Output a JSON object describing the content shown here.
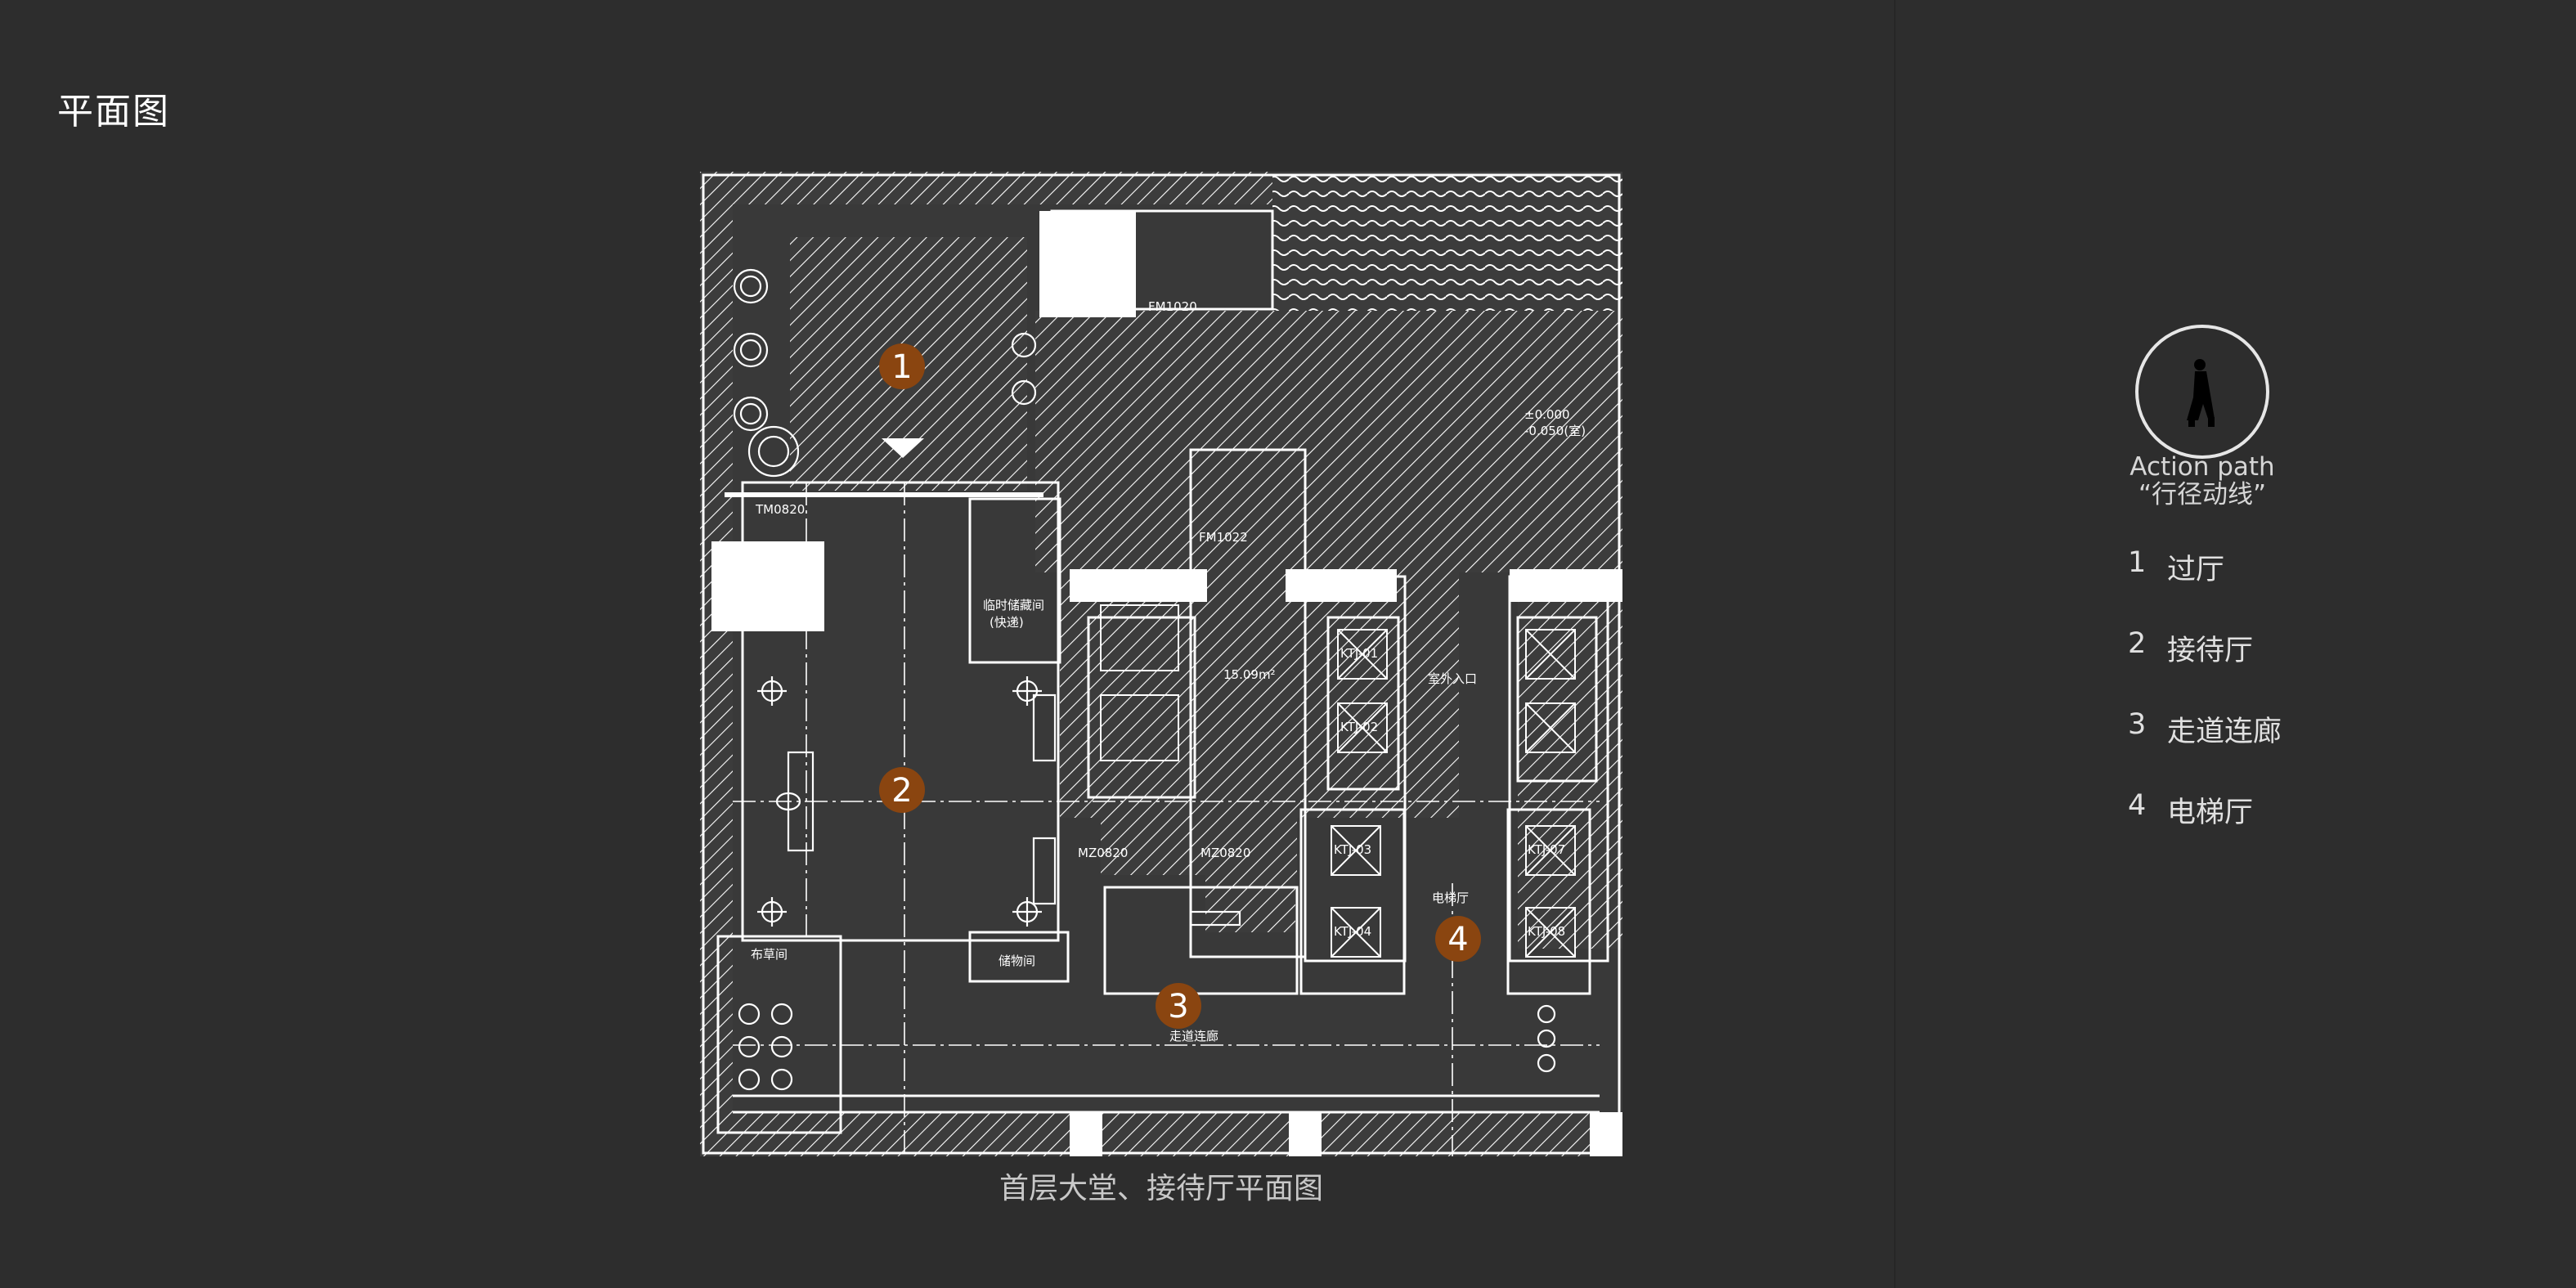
{
  "page_title": "平面图",
  "caption": "首层大堂、接待厅平面图",
  "legend": {
    "icon": "walking-person-icon",
    "title": "Action path",
    "subtitle": "“行径动线”",
    "items": [
      {
        "num": "1",
        "label": "过厅"
      },
      {
        "num": "2",
        "label": "接待厅"
      },
      {
        "num": "3",
        "label": "走道连廊"
      },
      {
        "num": "4",
        "label": "电梯厅"
      }
    ]
  },
  "markers": [
    "1",
    "2",
    "3",
    "4"
  ],
  "plan_labels": {
    "corridor": "走道连廊",
    "elevator_hall": "电梯厅",
    "storage": "储物间",
    "linen": "布草间",
    "temp_storage": "临时储藏间",
    "temp_storage_note": "(快递)",
    "ktj1": "KTJ-01",
    "ktj2": "KTJ-02",
    "ktj3": "KTJ-03",
    "ktj4": "KTJ-04",
    "ktj7": "KTJ-07",
    "ktj8": "KTJ-08",
    "door1": "FM1022",
    "door2": "FM1020",
    "elev_door1": "MZ0820",
    "elev_door2": "MZ0820",
    "door3": "TM0820",
    "level1": "±0.000",
    "level2": "-0.050(室)",
    "exit_label": "室外入口",
    "area": "15.09m²"
  },
  "colors": {
    "background": "#2d2d2d",
    "marker": "#8a4510",
    "linework": "#ffffff",
    "plan_fill": "#3a3a3a"
  }
}
